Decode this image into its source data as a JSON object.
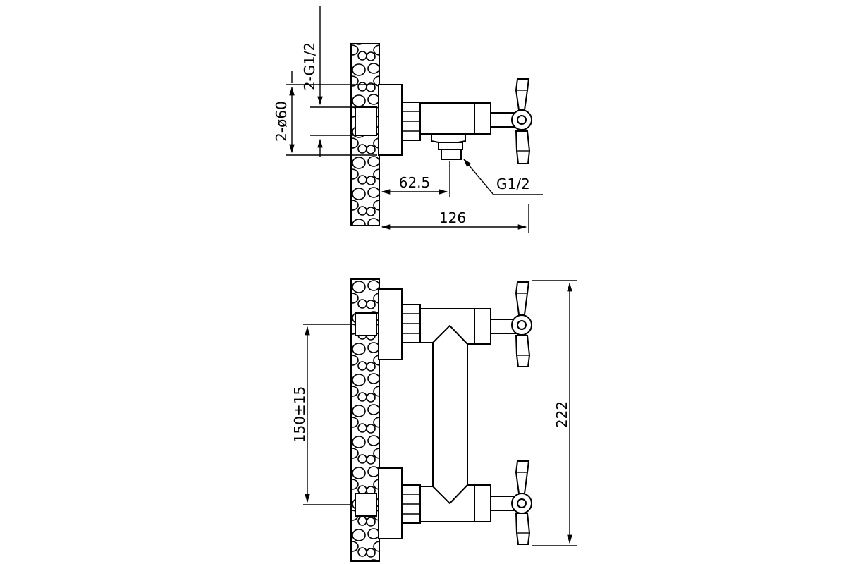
{
  "top_view": {
    "dim_inlet_thread": "2-G1/2",
    "dim_cover_diameter": "2-ø60",
    "dim_outlet_offset": "62.5",
    "dim_total_depth": "126",
    "callout_outlet_thread": "G1/2"
  },
  "front_view": {
    "dim_center_distance": "150±15",
    "dim_total_height": "222"
  }
}
